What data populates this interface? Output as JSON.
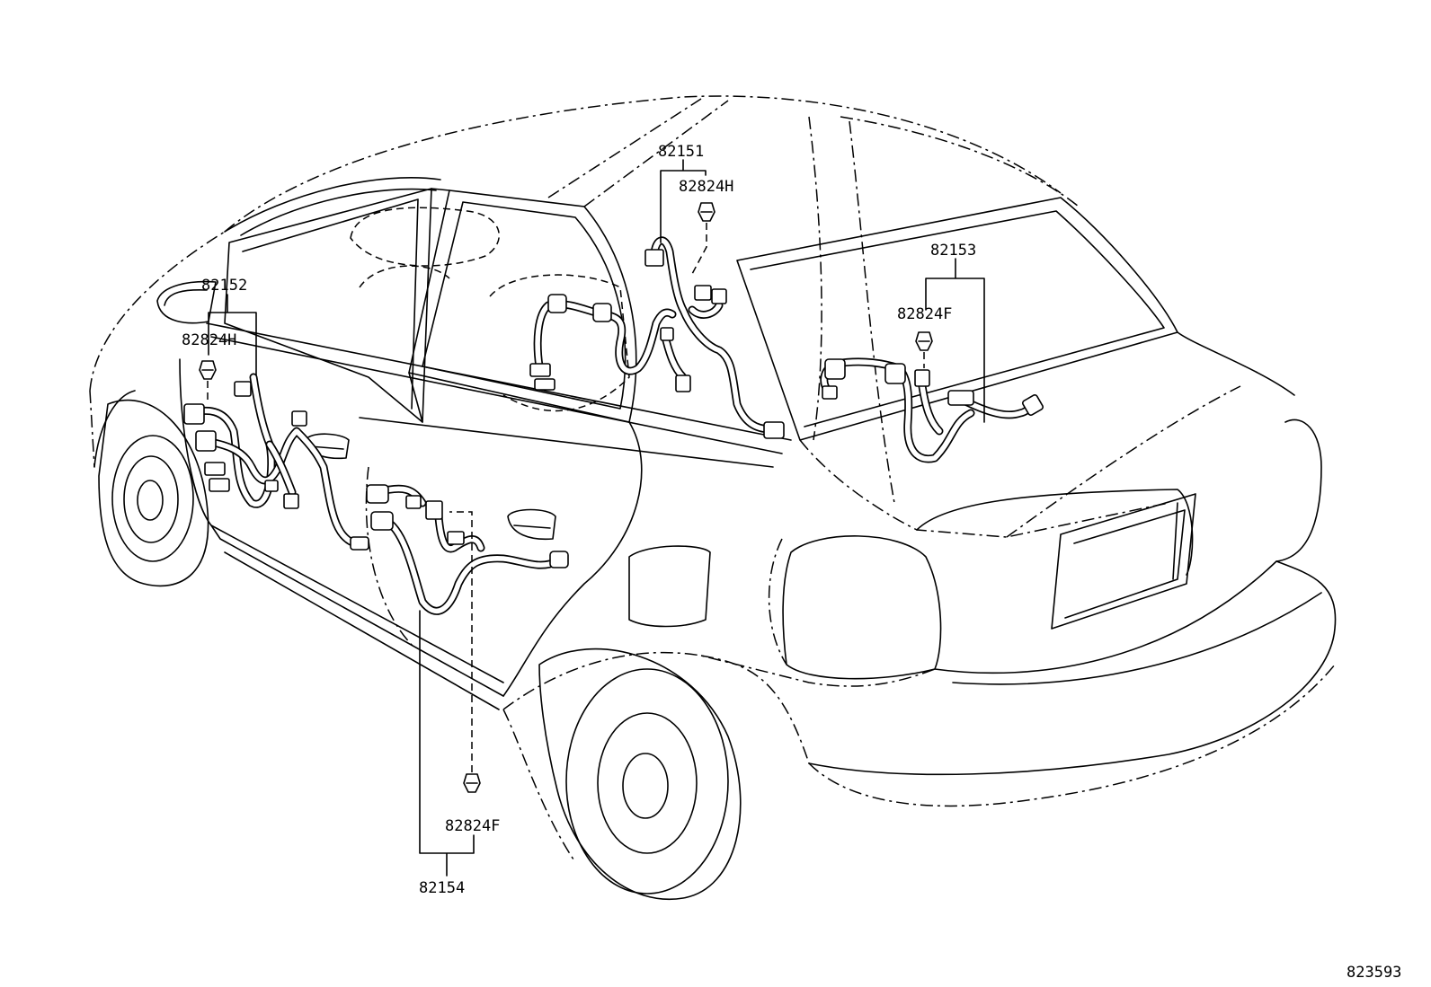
{
  "diagram": {
    "part_labels": {
      "p82151": "82151",
      "p82824h_top": "82824H",
      "p82152": "82152",
      "p82824h_left": "82824H",
      "p82153": "82153",
      "p82824f_right": "82824F",
      "p82824f_bottom": "82824F",
      "p82154": "82154"
    },
    "illustration_number": "823593"
  }
}
